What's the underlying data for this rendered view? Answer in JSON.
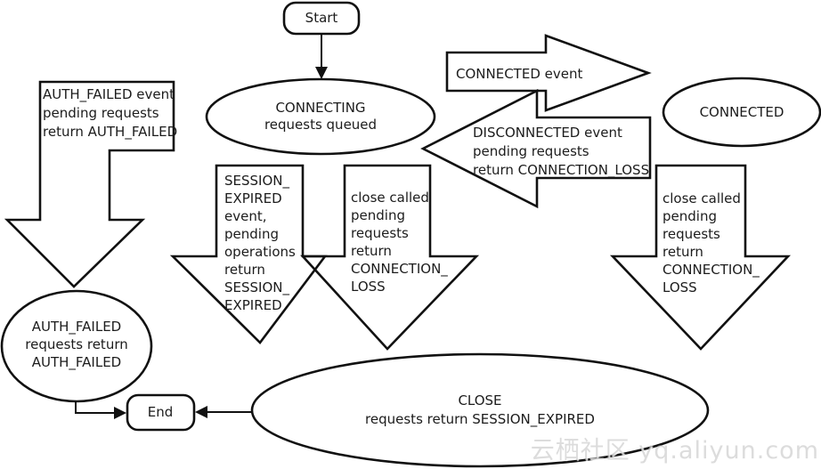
{
  "diagram": {
    "nodes": {
      "start": {
        "label": "Start"
      },
      "connecting": {
        "label": "CONNECTING\nrequests queued"
      },
      "connected": {
        "label": "CONNECTED"
      },
      "auth_failed": {
        "label": "AUTH_FAILED\nrequests return\nAUTH_FAILED"
      },
      "close": {
        "label": "CLOSE\nrequests return SESSION_EXPIRED"
      },
      "end": {
        "label": "End"
      }
    },
    "transitions": {
      "connected_event": {
        "label": "CONNECTED event"
      },
      "disconnected_event": {
        "label": "DISCONNECTED event\npending requests\nreturn CONNECTION_LOSS"
      },
      "auth_failed_event": {
        "label": "AUTH_FAILED event\npending requests\nreturn AUTH_FAILED"
      },
      "session_expired_event": {
        "label": "SESSION_\nEXPIRED\nevent,\npending\noperations\nreturn\nSESSION_\nEXPIRED"
      },
      "close_called_left": {
        "label": "close called\npending\nrequests\nreturn\nCONNECTION_\nLOSS"
      },
      "close_called_right": {
        "label": "close called\npending\nrequests\nreturn\nCONNECTION_\nLOSS"
      }
    },
    "watermark": "云栖社区 yq.aliyun.com",
    "colors": {
      "stroke": "#111111",
      "text": "#1c1c1c",
      "background": "#ffffff",
      "watermark": "#bdbdbd"
    }
  }
}
